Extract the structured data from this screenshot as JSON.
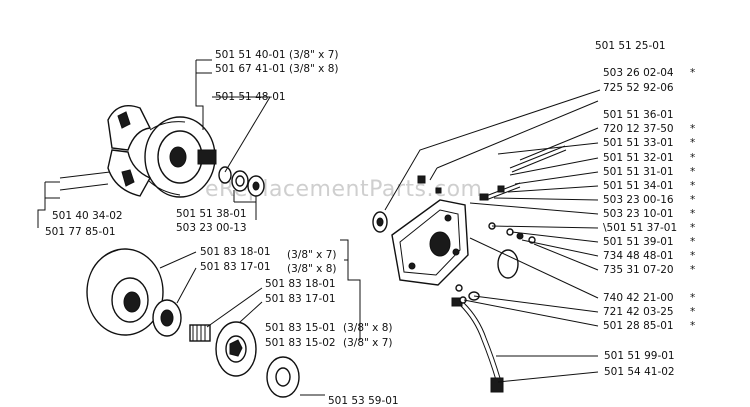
{
  "watermark": "eReplacementParts.com",
  "left_top": {
    "clutch_a": "501 51 40-01",
    "clutch_a_size": "(3/8\" x 7)",
    "clutch_b": "501 67 41-01",
    "clutch_b_size": "(3/8\" x 8)",
    "spring": "501 51 48-01",
    "washer": "501 51 38-01",
    "nut": "503 23 00-13",
    "hub_a": "501 40 34-02",
    "hub_b": "501 77 85-01"
  },
  "left_bottom": {
    "drum_a": "501 83 18-01",
    "drum_a_size": "(3/8\" x 7)",
    "drum_b": "501 83 17-01",
    "drum_b_size": "(3/8\" x 8)",
    "bearing_a": "501 83 18-01",
    "bearing_b": "501 83 17-01",
    "sprocket_a": "501 83 15-01",
    "sprocket_a_size": "(3/8\" x 8)",
    "sprocket_b": "501 83 15-02",
    "sprocket_b_size": "(3/8\" x 7)",
    "washer": "501 53 59-01"
  },
  "right": {
    "top": "501 51 25-01",
    "parts": [
      {
        "num": "503 26 02-04",
        "mark": "*"
      },
      {
        "num": "725 52 92-06",
        "mark": ""
      },
      {
        "num": "501 51 36-01",
        "mark": ""
      },
      {
        "num": "720 12 37-50",
        "mark": "*"
      },
      {
        "num": "501 51 33-01",
        "mark": "*"
      },
      {
        "num": "501 51 32-01",
        "mark": "*"
      },
      {
        "num": "501 51 31-01",
        "mark": "*"
      },
      {
        "num": "501 51 34-01",
        "mark": "*"
      },
      {
        "num": "503 23 00-16",
        "mark": "*"
      },
      {
        "num": "503 23 10-01",
        "mark": "*"
      },
      {
        "num": "\\501 51 37-01",
        "mark": "*"
      },
      {
        "num": "501 51 39-01",
        "mark": "*"
      },
      {
        "num": "734 48 48-01",
        "mark": "*"
      },
      {
        "num": "735 31 07-20",
        "mark": "*"
      },
      {
        "num": "740 42 21-00",
        "mark": "*"
      },
      {
        "num": "721 42 03-25",
        "mark": "*"
      },
      {
        "num": "501 28 85-01",
        "mark": "*"
      }
    ],
    "pipe": "501 51 99-01",
    "tip": "501 54 41-02"
  }
}
